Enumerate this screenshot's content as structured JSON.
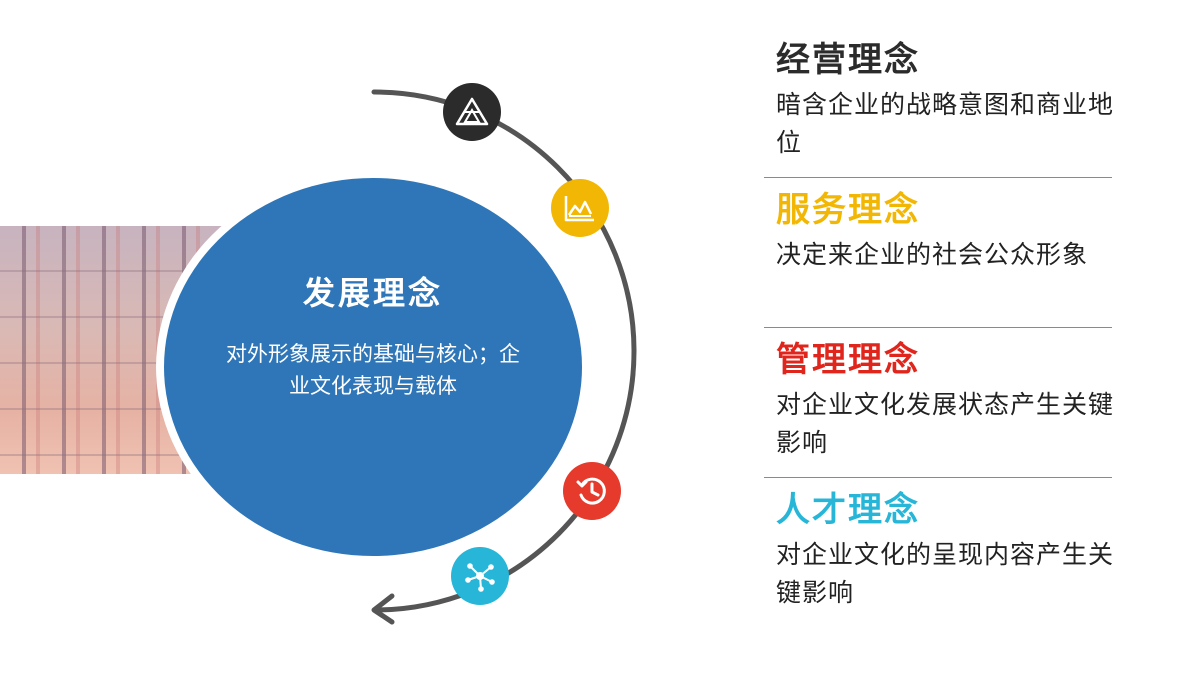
{
  "center": {
    "title": "发展理念",
    "description": "对外形象展示的基础与核心；企业文化表现与载体"
  },
  "icons": [
    {
      "name": "triangle-logo-icon",
      "color": "#2b2b2b"
    },
    {
      "name": "chart-icon",
      "color": "#f2b705"
    },
    {
      "name": "history-clock-icon",
      "color": "#e53a2c"
    },
    {
      "name": "network-icon",
      "color": "#27b6d8"
    }
  ],
  "concepts": [
    {
      "title": "经营理念",
      "color": "#2b2b2b",
      "description": "暗含企业的战略意图和商业地位"
    },
    {
      "title": "服务理念",
      "color": "#f2b705",
      "description": "决定来企业的社会公众形象"
    },
    {
      "title": "管理理念",
      "color": "#e0261c",
      "description": "对企业文化发展状态产生关键影响"
    },
    {
      "title": "人才理念",
      "color": "#27b6d8",
      "description": "对企业文化的呈现内容产生关键影响"
    }
  ]
}
